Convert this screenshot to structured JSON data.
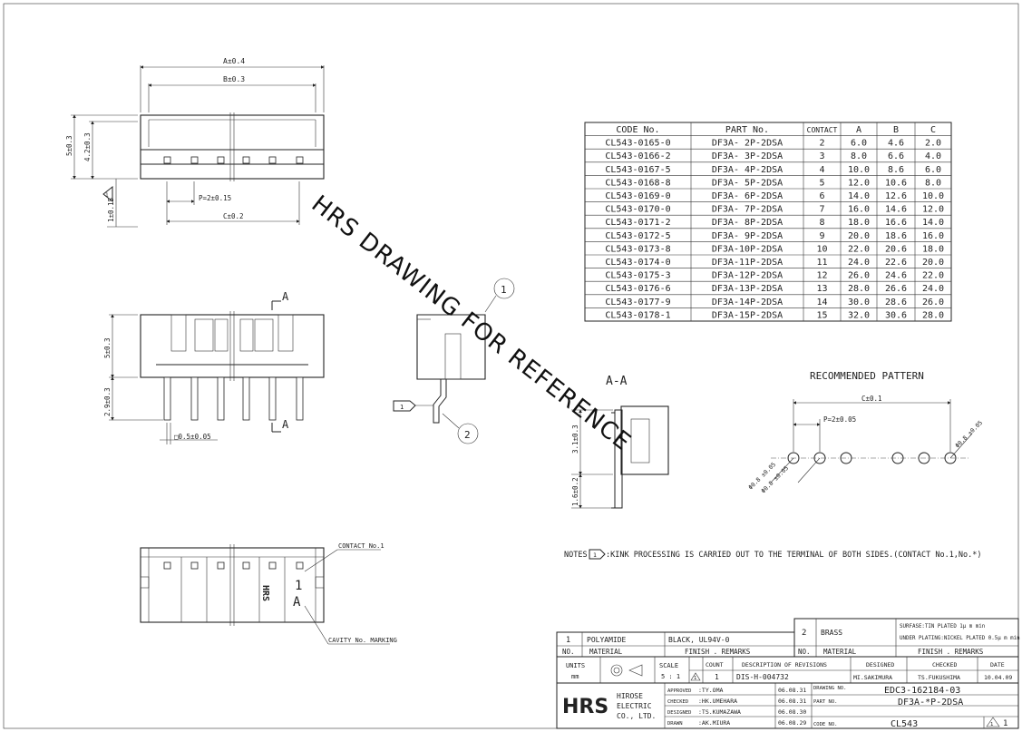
{
  "views": {
    "top": {
      "dim_a": "A±0.4",
      "dim_b": "B±0.3",
      "dim_height_total": "5±0.3",
      "dim_height_inner": "4.2±0.3",
      "dim_kink": "1±0.15",
      "kink_note_marker": "1",
      "dim_pitch": "P=2±0.15",
      "dim_c": "C±0.2"
    },
    "front": {
      "section_label_top": "A",
      "section_label_bottom": "A",
      "dim_height": "5±0.3",
      "dim_pin_length": "2.9±0.3",
      "dim_pin_square": "□0.5±0.05"
    },
    "side": {
      "balloon_1": "1",
      "balloon_2": "2",
      "kink_marker": "1"
    },
    "bottom": {
      "contact_label": "CONTACT No.1",
      "logo_mark": "HRS",
      "number_mark": "1",
      "letter_mark": "A",
      "cavity_label": "CAVITY No. MARKING"
    },
    "section_aa": {
      "title": "A-A",
      "dim_upper": "3.1±0.3",
      "dim_lower": "1.6±0.2"
    },
    "pattern": {
      "title": "RECOMMENDED PATTERN",
      "dim_c": "C±0.1",
      "dim_pitch": "P=2±0.05",
      "hole_dim": "Φ0.8 ±0.05"
    }
  },
  "parts_table": {
    "headers": [
      "CODE No.",
      "PART No.",
      "CONTACT",
      "A",
      "B",
      "C"
    ],
    "rows": [
      [
        "CL543-0165-0",
        "DF3A- 2P-2DSA",
        "2",
        "6.0",
        "4.6",
        "2.0"
      ],
      [
        "CL543-0166-2",
        "DF3A- 3P-2DSA",
        "3",
        "8.0",
        "6.6",
        "4.0"
      ],
      [
        "CL543-0167-5",
        "DF3A- 4P-2DSA",
        "4",
        "10.0",
        "8.6",
        "6.0"
      ],
      [
        "CL543-0168-8",
        "DF3A- 5P-2DSA",
        "5",
        "12.0",
        "10.6",
        "8.0"
      ],
      [
        "CL543-0169-0",
        "DF3A- 6P-2DSA",
        "6",
        "14.0",
        "12.6",
        "10.0"
      ],
      [
        "CL543-0170-0",
        "DF3A- 7P-2DSA",
        "7",
        "16.0",
        "14.6",
        "12.0"
      ],
      [
        "CL543-0171-2",
        "DF3A- 8P-2DSA",
        "8",
        "18.0",
        "16.6",
        "14.0"
      ],
      [
        "CL543-0172-5",
        "DF3A- 9P-2DSA",
        "9",
        "20.0",
        "18.6",
        "16.0"
      ],
      [
        "CL543-0173-8",
        "DF3A-10P-2DSA",
        "10",
        "22.0",
        "20.6",
        "18.0"
      ],
      [
        "CL543-0174-0",
        "DF3A-11P-2DSA",
        "11",
        "24.0",
        "22.6",
        "20.0"
      ],
      [
        "CL543-0175-3",
        "DF3A-12P-2DSA",
        "12",
        "26.0",
        "24.6",
        "22.0"
      ],
      [
        "CL543-0176-6",
        "DF3A-13P-2DSA",
        "13",
        "28.0",
        "26.6",
        "24.0"
      ],
      [
        "CL543-0177-9",
        "DF3A-14P-2DSA",
        "14",
        "30.0",
        "28.6",
        "26.0"
      ],
      [
        "CL543-0178-1",
        "DF3A-15P-2DSA",
        "15",
        "32.0",
        "30.6",
        "28.0"
      ]
    ]
  },
  "notes": {
    "prefix": "NOTES",
    "marker": "1",
    "text": ":KINK PROCESSING IS CARRIED OUT TO THE TERMINAL OF BOTH SIDES.(CONTACT No.1,No.*)"
  },
  "watermark": "HRS DRAWING FOR REFERENCE",
  "title_block": {
    "material_1": {
      "no": "1",
      "material": "POLYAMIDE",
      "finish": "BLACK, UL94V-0"
    },
    "material_2": {
      "no": "2",
      "material": "BRASS",
      "finish_line1": "SURFASE:TIN PLATED 1μ m min",
      "finish_line2": "UNDER PLATING:NICKEL PLATED 0.5μ m min"
    },
    "hdr_no": "NO.",
    "hdr_material": "MATERIAL",
    "hdr_finish": "FINISH . REMARKS",
    "units_label": "UNITS",
    "units_value": "mm",
    "scale_label": "SCALE",
    "scale_value": "5 : 1",
    "count_label": "COUNT",
    "desc_label": "DESCRIPTION OF REVISIONS",
    "designed_label": "DESIGNED",
    "checked_label": "CHECKED",
    "date_label": "DATE",
    "rev_marker": "1",
    "rev_count": "1",
    "rev_desc": "DIS-H-004732",
    "rev_designed": "MI.SAKIMURA",
    "rev_checked": "TS.FUKUSHIMA",
    "rev_date": "10.04.09",
    "company_logo": "HRS",
    "company_line1": "HIROSE",
    "company_line2": "ELECTRIC",
    "company_line3": "CO., LTD.",
    "approvals": [
      {
        "role": "APPROVED",
        "name": ":TY.OMA",
        "date": "06.08.31"
      },
      {
        "role": "CHECKED",
        "name": ":HK.UMEHARA",
        "date": "06.08.31"
      },
      {
        "role": "DESIGNED",
        "name": ":TS.KUMAZAWA",
        "date": "06.08.30"
      },
      {
        "role": "DRAWN",
        "name": ":AK.MIURA",
        "date": "06.08.29"
      }
    ],
    "drawing_no_label": "DRAWING NO.",
    "drawing_no": "EDC3-162184-03",
    "part_no_label": "PART NO.",
    "part_no": "DF3A-*P-2DSA",
    "code_no_label": "CODE NO.",
    "code_no": "CL543",
    "sheet_marker": "1",
    "sheet": "1"
  }
}
